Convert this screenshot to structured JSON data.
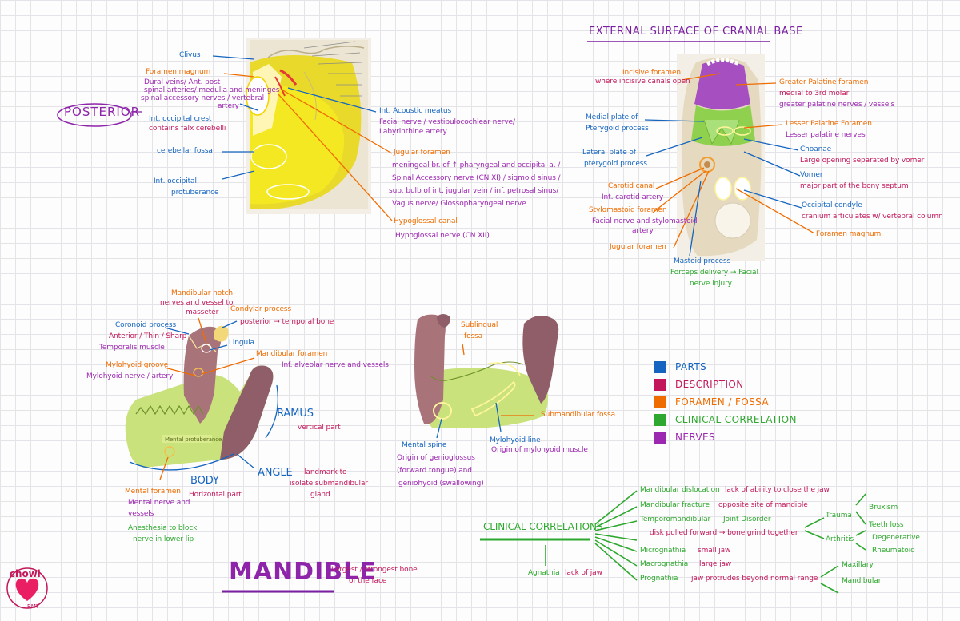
{
  "posterior": {
    "tag": "POSTERIOR",
    "clivus": "Clivus",
    "foramen_magnum": "Foramen magnum",
    "fm_desc": [
      "Dural veins/ Ant. post",
      "spinal arteries/ medulla and meninges",
      "spinal accessory nerves / vertebral",
      "artery"
    ],
    "int_occipital_crest": "Int. occipital crest",
    "contains": "contains falx cerebelli",
    "cerebellar_fossa": "cerebellar fossa",
    "int_occipital_prot": [
      "Int. occipital",
      "protuberance"
    ],
    "int_acoustic": "Int. Acoustic meatus",
    "int_acoustic_desc": [
      "Facial nerve / vestibulocochlear nerve/",
      "Labyrinthine artery"
    ],
    "jugular_foramen": "Jugular foramen",
    "jugular_desc": [
      "meningeal br. of ↑ pharyngeal and occipital a. /",
      "Spinal Accessory nerve (CN XI) / sigmoid sinus /",
      "sup. bulb of int. jugular vein / inf. petrosal sinus/",
      "Vagus nerve/ Glossopharyngeal nerve"
    ],
    "hypoglossal_canal": "Hypoglossal canal",
    "hypoglossal_desc": "Hypoglossal nerve (CN XII)"
  },
  "cranial": {
    "title": "EXTERNAL SURFACE OF CRANIAL BASE",
    "incisive_foramen": "Incisive foramen",
    "incisive_desc": "where incisive canals open",
    "greater_palatine": "Greater Palatine foramen",
    "greater_palatine_desc": [
      "medial to 3rd molar",
      "greater palatine nerves / vessels"
    ],
    "medial_plate": [
      "Medial plate of",
      "Pterygoid process"
    ],
    "lesser_palatine": "Lesser Palatine Foramen",
    "lesser_palatine_desc": "Lesser palatine nerves",
    "lateral_plate": [
      "Lateral plate of",
      "pterygoid process"
    ],
    "choanae": "Choanae",
    "choanae_desc": "Large opening separated by vomer",
    "vomer": "Vomer",
    "vomer_desc": "major part of the bony septum",
    "carotid_canal": "Carotid canal",
    "carotid_desc": "Int. carotid artery",
    "stylomastoid": "Stylomastoid foramen",
    "stylomastoid_desc": [
      "Facial nerve and stylomastoid",
      "artery"
    ],
    "jugular_foramen": "Jugular foramen",
    "occipital_condyle": "Occipital condyle",
    "occipital_desc": "cranium articulates w/ vertebral column",
    "foramen_magnum": "Foramen magnum",
    "mastoid": "Mastoid process",
    "mastoid_desc": [
      "Forceps delivery → Facial",
      "nerve injury"
    ]
  },
  "mandible_left": {
    "mandibular_notch": [
      "Mandibular notch",
      "nerves and vessel to",
      "masseter"
    ],
    "condylar": "Condylar process",
    "condylar_desc": "posterior → temporal bone",
    "coronoid": "Coronoid process",
    "coronoid_desc": [
      "Anterior / Thin / Sharp",
      "Temporalis muscle"
    ],
    "lingula": "Lingula",
    "mandibular_foramen": "Mandibular foramen",
    "mf_desc": "Inf. alveolar nerve and vessels",
    "mylohyoid_groove": "Mylohyoid groove",
    "mg_desc": "Mylohyoid nerve / artery",
    "ramus": "RAMUS",
    "ramus_desc": "vertical part",
    "angle": "ANGLE",
    "angle_desc": [
      "landmark to",
      "isolate submandibular",
      "gland"
    ],
    "body": "BODY",
    "body_desc": "Horizontal part",
    "mental_foramen": "Mental foramen",
    "mental_desc": [
      "Mental nerve and",
      "vessels"
    ],
    "anesthesia": [
      "Anesthesia to block",
      "nerve in lower lip"
    ],
    "mandible_title": "MANDIBLE",
    "mandible_desc": [
      "Largest / strongest bone",
      "of the face"
    ],
    "prominence": "Mental protuberance"
  },
  "mandible_right": {
    "sublingual": [
      "Sublingual",
      "fossa"
    ],
    "submandibular": "Submandibular fossa",
    "mental_spine": "Mental spine",
    "mental_spine_desc": [
      "Origin of genioglossus",
      "(forward tongue) and",
      "geniohyoid (swallowing)"
    ],
    "mylohyoid_line": "Mylohyoid line",
    "mylohyoid_line_desc": "Origin of mylohyoid muscle"
  },
  "legend": [
    {
      "label": "PARTS",
      "color": "#1565c0"
    },
    {
      "label": "DESCRIPTION",
      "color": "#c2185b"
    },
    {
      "label": "FORAMEN / FOSSA",
      "color": "#ef6c00"
    },
    {
      "label": "CLINICAL CORRELATION",
      "color": "#2ea82e"
    },
    {
      "label": "NERVES",
      "color": "#9c27b0"
    }
  ],
  "clinical": {
    "title": "CLINICAL CORRELATIONS",
    "agnathia": "Agnathia",
    "agnathia_desc": "lack of jaw",
    "dislocation": "Mandibular dislocation",
    "dislocation_desc": "lack of ability to close the jaw",
    "fracture": "Mandibular fracture",
    "fracture_desc": "opposite site of mandible",
    "tmj": "Temporomandibular",
    "tmj2": "Joint Disorder",
    "disk": "disk pulled forward → bone grind together",
    "trauma": "Trauma",
    "bruxism": "Bruxism",
    "teeth_loss": "Teeth loss",
    "arthritis": "Arthritis",
    "degenerative": "Degenerative",
    "rheumatoid": "Rheumatoid",
    "micrognathia": "Micrognathia",
    "micrognathia_desc": "small jaw",
    "macrognathia": "Macrognathia",
    "macrognathia_desc": "large jaw",
    "prognathia": "Prognathia",
    "prognathia_desc": "jaw protrudes beyond normal range",
    "maxillary": "Maxillary",
    "mandibular": "Mandibular"
  },
  "logo": {
    "name": "chowi",
    "sub": "RMT"
  }
}
